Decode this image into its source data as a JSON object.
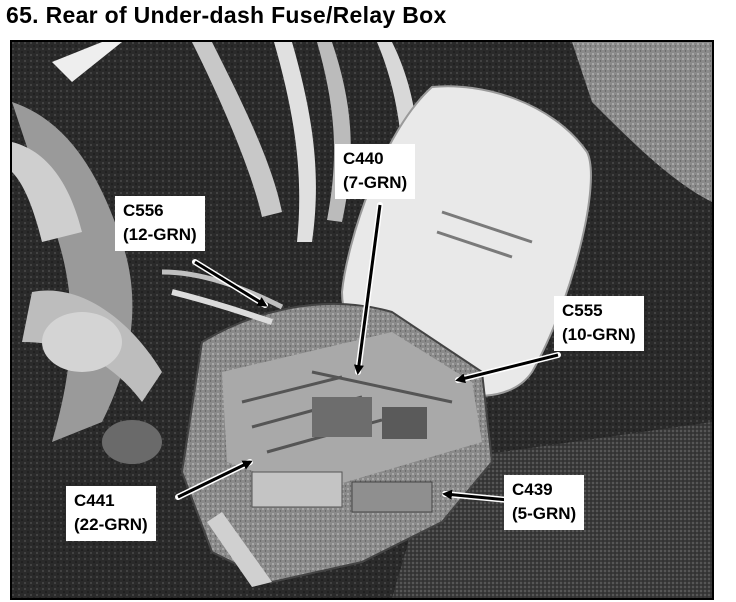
{
  "title": "65. Rear of Under-dash Fuse/Relay Box",
  "callouts": [
    {
      "id": "c556",
      "code": "C556",
      "desc": "(12-GRN)"
    },
    {
      "id": "c440",
      "code": "C440",
      "desc": "(7-GRN)"
    },
    {
      "id": "c555",
      "code": "C555",
      "desc": "(10-GRN)"
    },
    {
      "id": "c441",
      "code": "C441",
      "desc": "(22-GRN)"
    },
    {
      "id": "c439",
      "code": "C439",
      "desc": "(5-GRN)"
    }
  ]
}
